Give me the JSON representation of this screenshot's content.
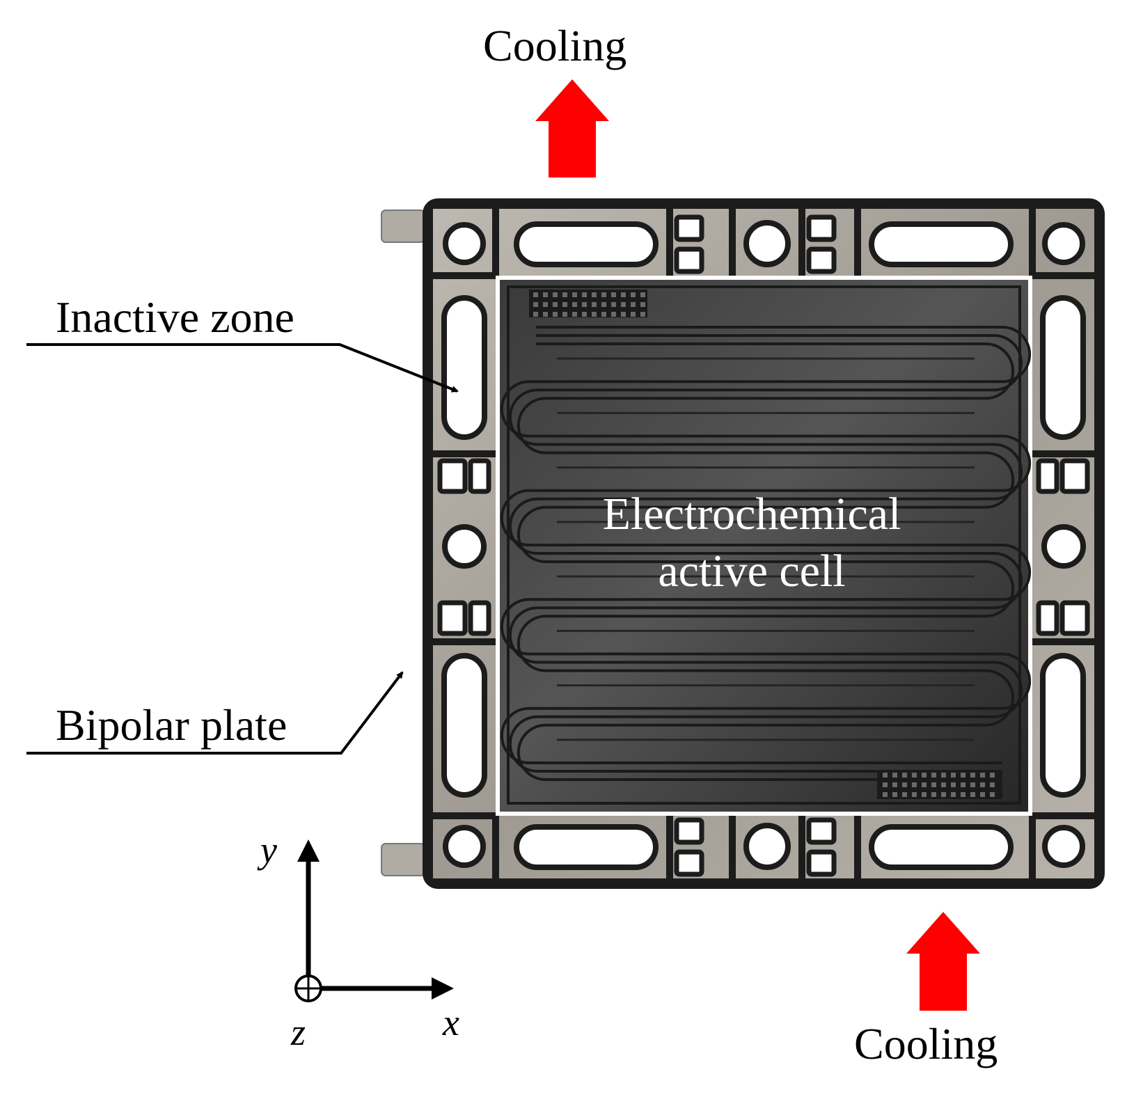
{
  "labels": {
    "cooling_top": "Cooling",
    "cooling_bottom": "Cooling",
    "inactive_zone": "Inactive zone",
    "bipolar_plate": "Bipolar plate",
    "active_cell_line1": "Electrochemical",
    "active_cell_line2": "active cell"
  },
  "axes": {
    "x": "x",
    "y": "y",
    "z": "z"
  },
  "colors": {
    "cooling_arrow": "#ff0000",
    "plate_frame": "#1c1c1c",
    "plate_metal": "#a8a39c",
    "active_area": "#2e2e2e",
    "active_border": "#ffffff"
  },
  "serpentine_passes": 8
}
